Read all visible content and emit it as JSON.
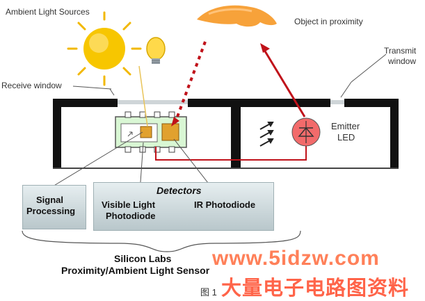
{
  "labels": {
    "ambient": "Ambient Light Sources",
    "object": "Object in proximity",
    "transmit_l1": "Transmit",
    "transmit_l2": "window",
    "receive": "Receive window",
    "emitter_l1": "Emitter",
    "emitter_l2": "LED",
    "signal_l1": "Signal",
    "signal_l2": "Processing",
    "detectors": "Detectors",
    "visible_l1": "Visible Light",
    "visible_l2": "Photodiode",
    "ir": "IR Photodiode",
    "silicon_l1": "Silicon Labs",
    "silicon_l2": "Proximity/Ambient Light Sensor",
    "fig": "图 1"
  },
  "watermark": {
    "line1": "www.5idzw.com",
    "line2": "大量电子电路图资料"
  },
  "colors": {
    "red_path": "#c0121a",
    "sun": "#f7c600",
    "hand": "#f7a23a",
    "board": "#d9f7d4",
    "led": "#f26b6b"
  },
  "icons": [
    "sun-icon",
    "light-bulb-icon",
    "hand-icon",
    "emitter-led-icon",
    "photodiode-icon"
  ]
}
